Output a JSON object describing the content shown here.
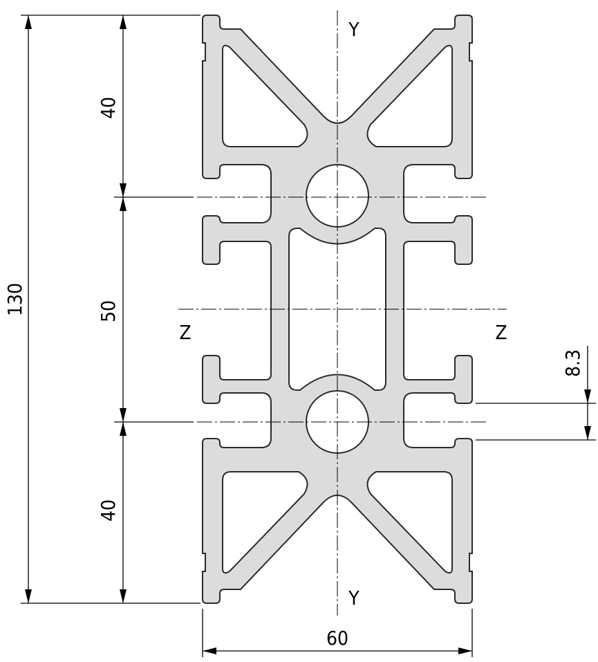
{
  "dimensions": {
    "overall_height": "130",
    "top_section": "40",
    "middle_section": "50",
    "bottom_section": "40",
    "width": "60",
    "slot_width": "8.3"
  },
  "axes": {
    "vertical_top": "Y",
    "vertical_bottom": "Y",
    "horizontal_left": "Z",
    "horizontal_right": "Z"
  }
}
